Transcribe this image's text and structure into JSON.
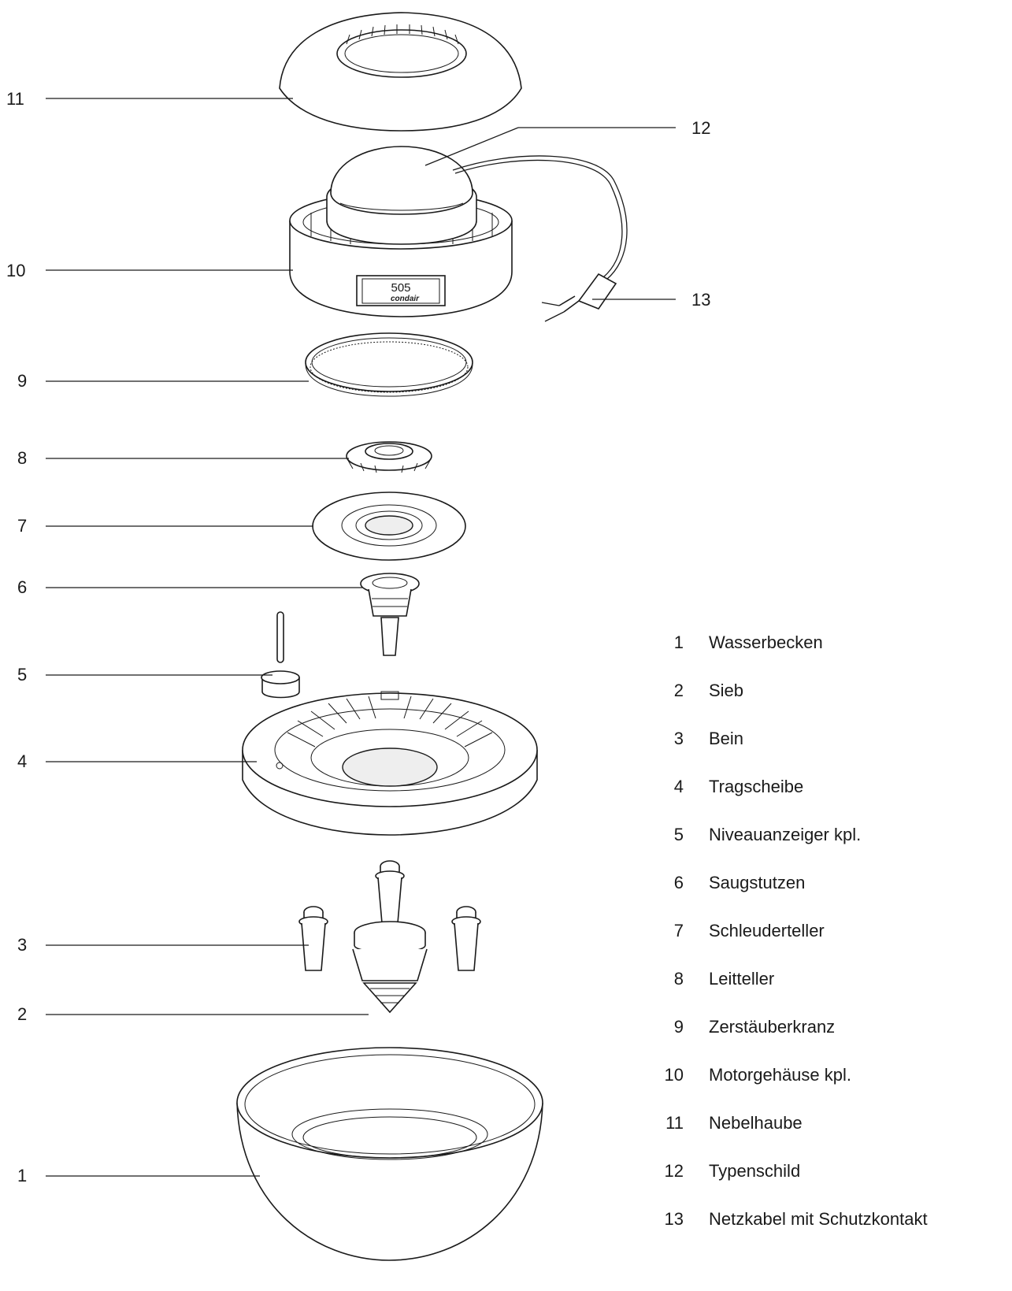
{
  "parts": [
    {
      "num": "1",
      "name": "Wasserbecken"
    },
    {
      "num": "2",
      "name": "Sieb"
    },
    {
      "num": "3",
      "name": "Bein"
    },
    {
      "num": "4",
      "name": "Tragscheibe"
    },
    {
      "num": "5",
      "name": "Niveauanzeiger kpl."
    },
    {
      "num": "6",
      "name": "Saugstutzen"
    },
    {
      "num": "7",
      "name": "Schleuderteller"
    },
    {
      "num": "8",
      "name": "Leitteller"
    },
    {
      "num": "9",
      "name": "Zerstäuberkranz"
    },
    {
      "num": "10",
      "name": "Motorgehäuse kpl."
    },
    {
      "num": "11",
      "name": "Nebelhaube"
    },
    {
      "num": "12",
      "name": "Typenschild"
    },
    {
      "num": "13",
      "name": "Netzkabel mit Schutzkontakt"
    }
  ],
  "nameplate": {
    "model": "505",
    "brand": "condair"
  },
  "colors": {
    "line": "#1a1a1a",
    "background": "#ffffff",
    "fill_light": "#eeeeee"
  }
}
